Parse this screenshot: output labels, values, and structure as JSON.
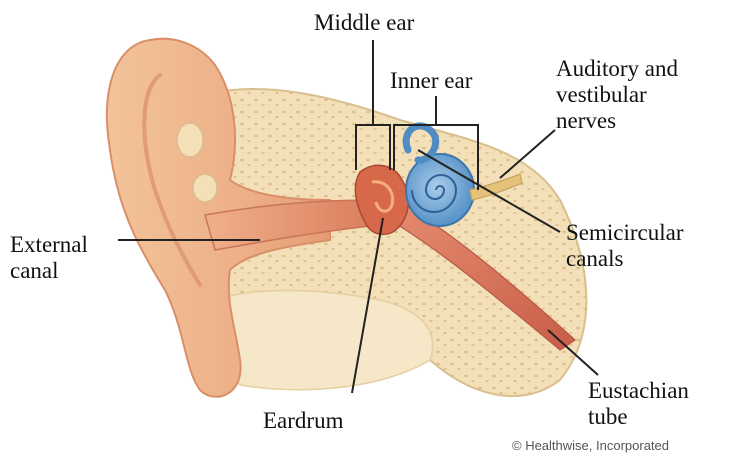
{
  "labels": {
    "middle_ear": "Middle ear",
    "inner_ear": "Inner ear",
    "auditory_nerves": "Auditory and\nvestibular\nnerves",
    "external_canal": "External\ncanal",
    "semicircular_canals": "Semicircular\ncanals",
    "eardrum": "Eardrum",
    "eustachian_tube": "Eustachian\ntube"
  },
  "credit": "© Healthwise, Incorporated",
  "colors": {
    "bone": "#f3dfb8",
    "bone_pores": "#dcc090",
    "skin": "#efb98f",
    "skin_shadow": "#d98f68",
    "canal": "#e59a74",
    "ossicles": "#d8684a",
    "cochlea": "#6fa6d6",
    "tube": "#e3836a",
    "line": "#222222"
  }
}
